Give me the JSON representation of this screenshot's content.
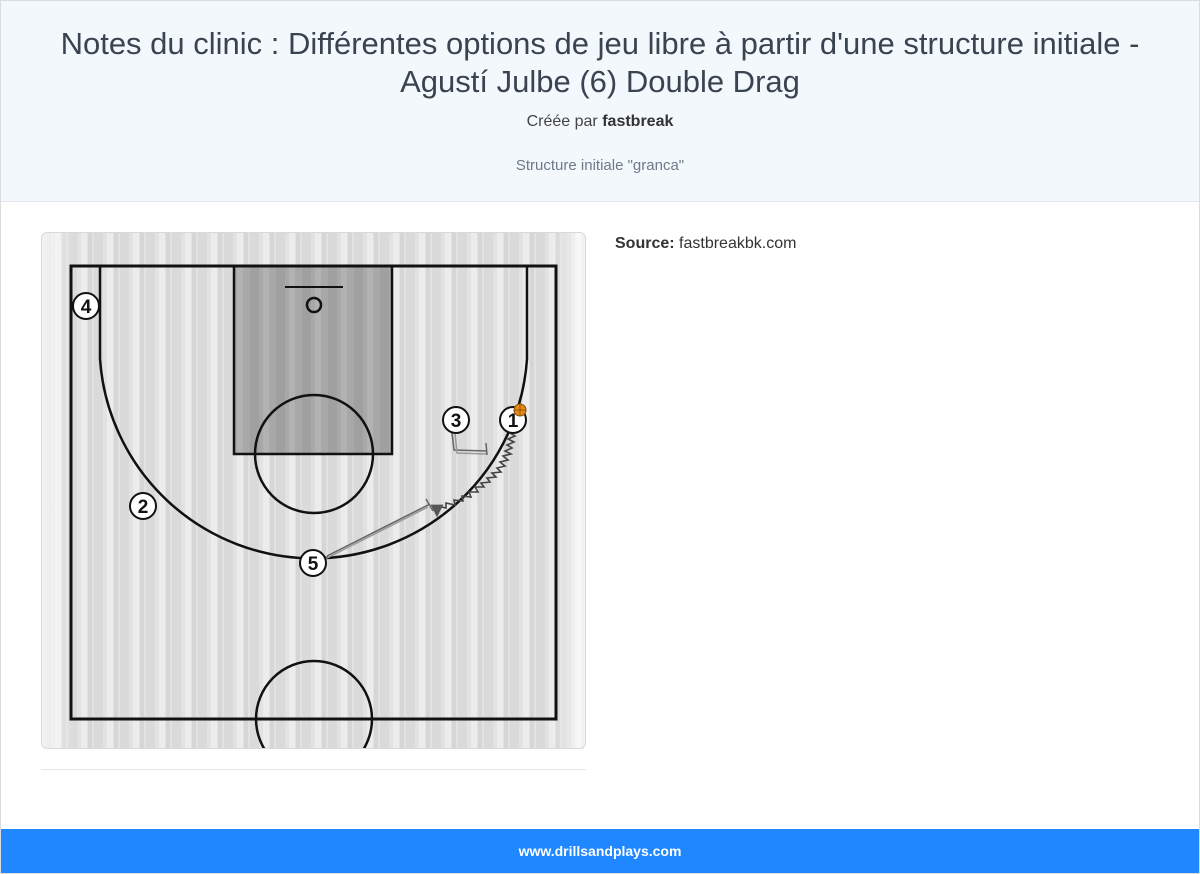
{
  "header": {
    "title": "Notes du clinic : Différentes options de jeu libre à partir d'une structure initiale - Agustí Julbe (6) Double Drag",
    "created_by_prefix": "Créée par",
    "author": "fastbreak",
    "subtitle": "Structure initiale \"granca\""
  },
  "source": {
    "label": "Source:",
    "value": "fastbreakbk.com"
  },
  "diagram": {
    "players": [
      {
        "id": "p1",
        "label": "1"
      },
      {
        "id": "p2",
        "label": "2"
      },
      {
        "id": "p3",
        "label": "3"
      },
      {
        "id": "p4",
        "label": "4"
      },
      {
        "id": "p5",
        "label": "5"
      }
    ],
    "ball_icon": "basketball-icon"
  },
  "footer": {
    "text": "www.drillsandplays.com"
  }
}
